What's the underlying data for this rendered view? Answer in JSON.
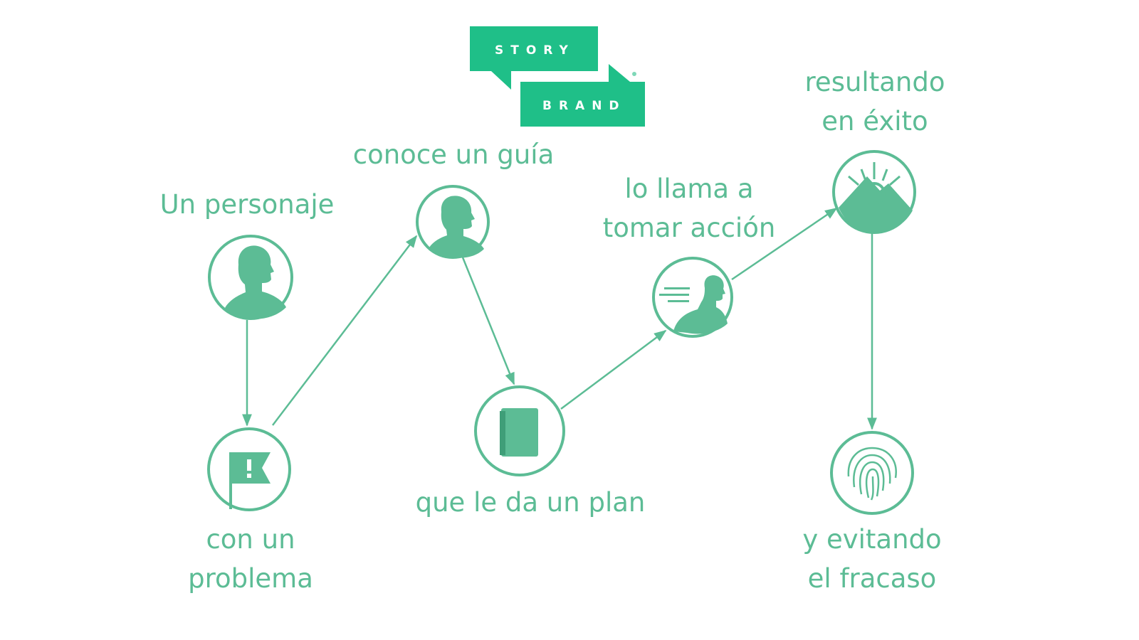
{
  "logo": {
    "line1": "STORY",
    "line2": "BRAND",
    "color": "#1fbf88"
  },
  "accent_color": "#5cbc95",
  "steps": [
    {
      "id": "personaje",
      "lines": [
        "Un personaje"
      ],
      "icon": "person-silhouette-icon"
    },
    {
      "id": "problema",
      "lines": [
        "con un",
        "problema"
      ],
      "icon": "warning-flag-icon"
    },
    {
      "id": "guia",
      "lines": [
        "conoce un guía"
      ],
      "icon": "guide-silhouette-icon"
    },
    {
      "id": "plan",
      "lines": [
        "que le da un plan"
      ],
      "icon": "book-icon"
    },
    {
      "id": "accion",
      "lines": [
        "lo llama a",
        "tomar acción"
      ],
      "icon": "running-person-icon"
    },
    {
      "id": "exito",
      "lines": [
        "resultando",
        "en éxito"
      ],
      "icon": "sunrise-mountain-icon"
    },
    {
      "id": "fracaso",
      "lines": [
        "y evitando",
        "el fracaso"
      ],
      "icon": "fingerprint-icon"
    }
  ]
}
